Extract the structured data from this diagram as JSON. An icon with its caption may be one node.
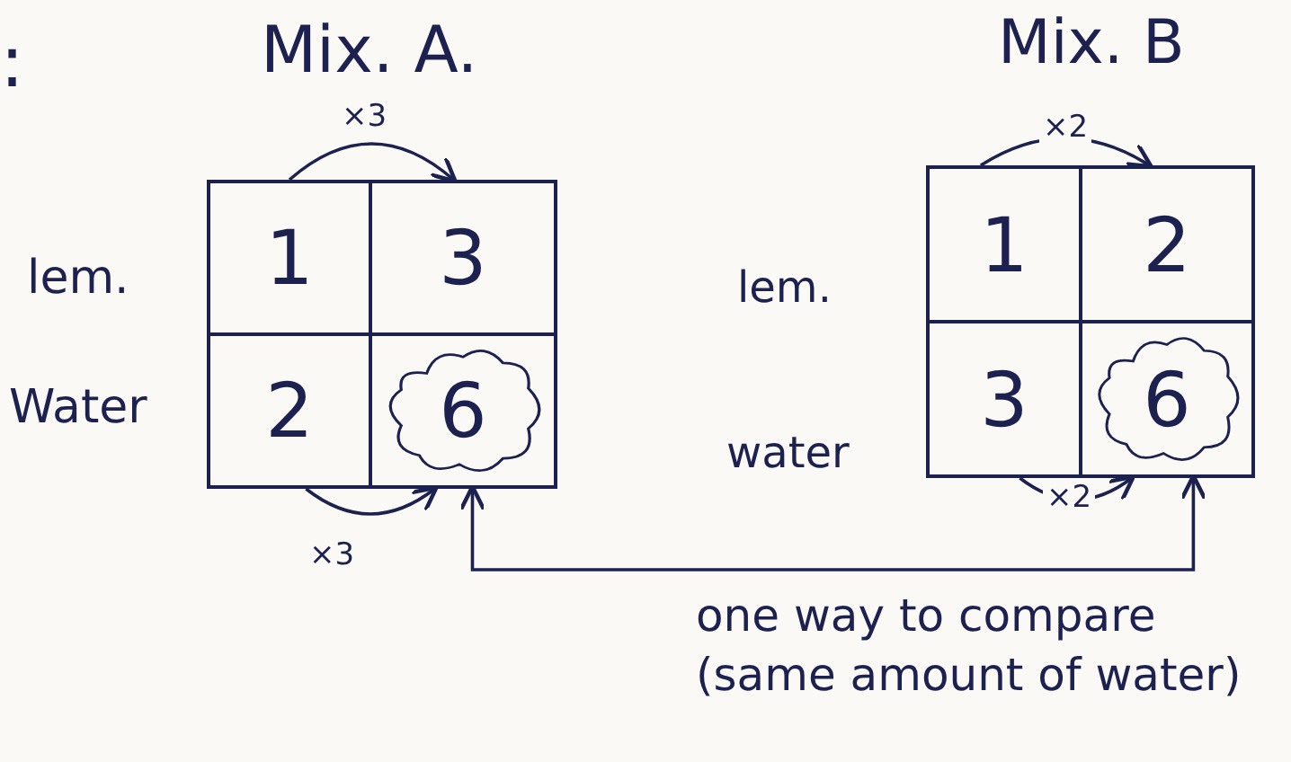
{
  "diagram": {
    "nodes": [
      {
        "text": [
          "1"
        ]
      },
      {
        "text": [
          "3"
        ]
      },
      {
        "text": [
          "2"
        ]
      },
      {
        "text": [
          "6"
        ]
      },
      {
        "text": [
          "1"
        ]
      },
      {
        "text": [
          "2"
        ]
      },
      {
        "text": [
          "3"
        ]
      },
      {
        "text": [
          "6"
        ]
      }
    ],
    "edges": [
      {
        "from": 0,
        "to": 1,
        "arrow": "to",
        "label": "×3"
      },
      {
        "from": 2,
        "to": 3,
        "arrow": "to",
        "label": "×3"
      },
      {
        "from": 4,
        "to": 5,
        "arrow": "to",
        "label": "×2"
      },
      {
        "from": 6,
        "to": 7,
        "arrow": "to",
        "label": "×2"
      },
      {
        "from": 3,
        "to": 7,
        "arrow": "both",
        "label": "one way to compare (same amount of water)"
      }
    ],
    "labels": [
      ":",
      "Mix. A.",
      "Mix. B",
      "lem.",
      "Water",
      "lem.",
      "water"
    ]
  }
}
